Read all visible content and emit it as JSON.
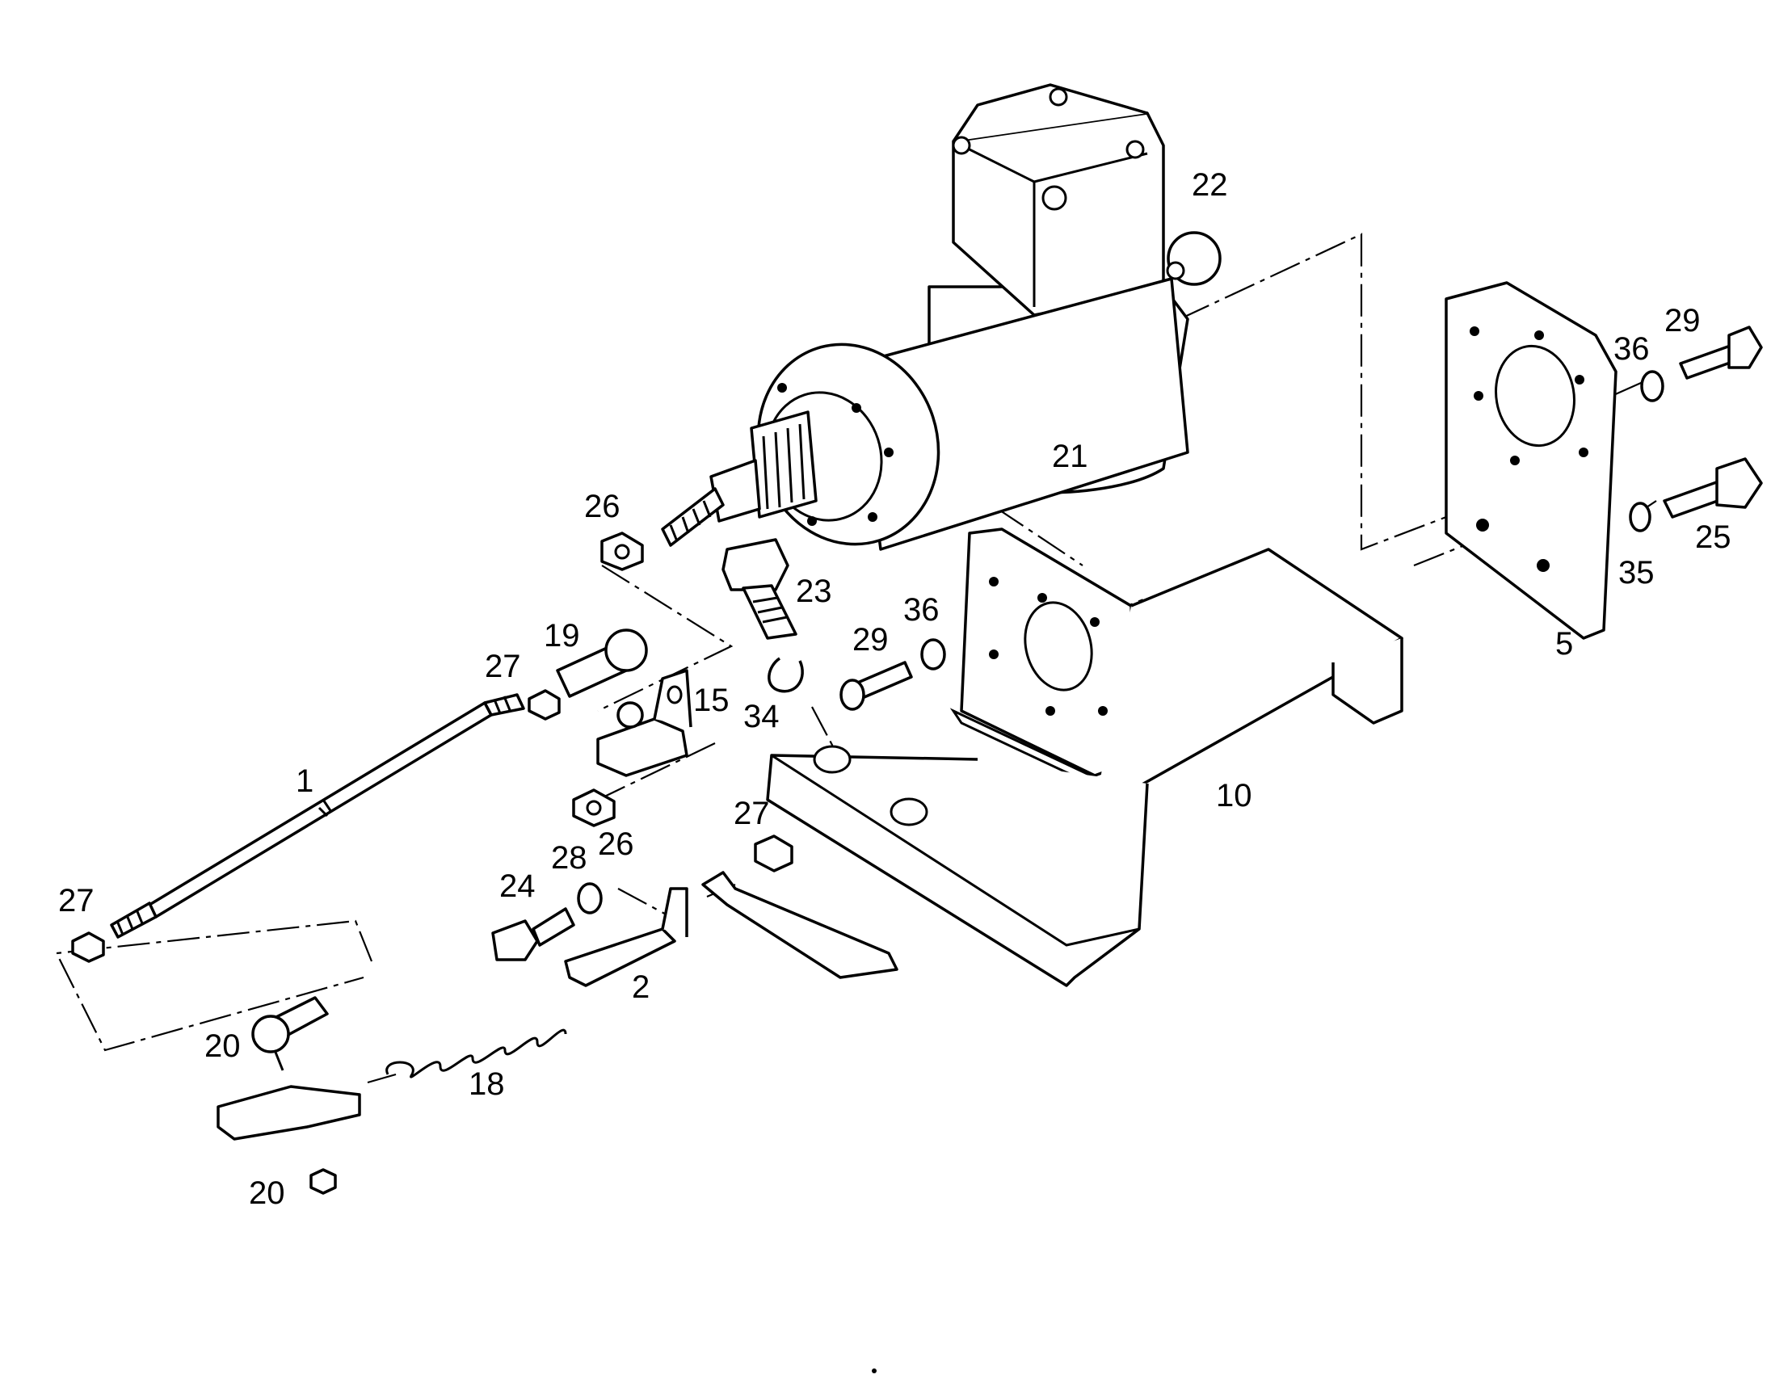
{
  "labels": {
    "l1": "1",
    "l2": "2",
    "l5": "5",
    "l10": "10",
    "l15": "15",
    "l18": "18",
    "l19": "19",
    "l20a": "20",
    "l20b": "20",
    "l21": "21",
    "l22": "22",
    "l23": "23",
    "l24": "24",
    "l25": "25",
    "l26a": "26",
    "l26b": "26",
    "l27a": "27",
    "l27b": "27",
    "l27c": "27",
    "l28": "28",
    "l29a": "29",
    "l29b": "29",
    "l34": "34",
    "l35": "35",
    "l36a": "36",
    "l36b": "36"
  }
}
